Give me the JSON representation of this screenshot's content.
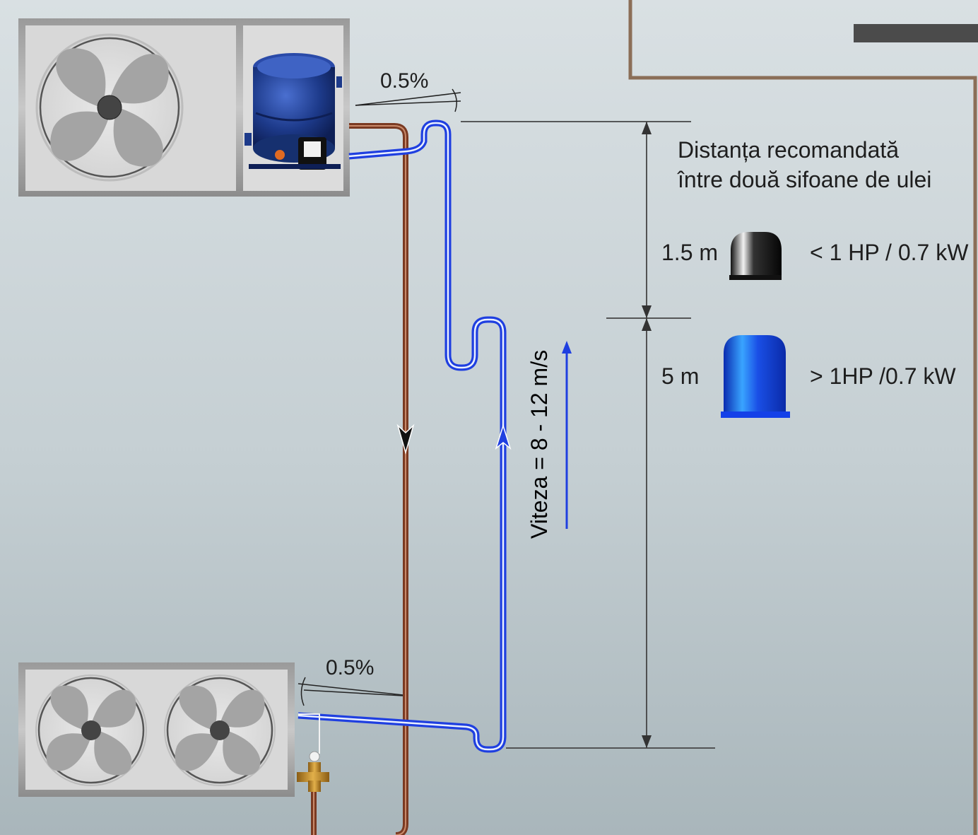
{
  "diagram": {
    "top_slope": "0.5%",
    "bottom_slope": "0.5%",
    "distance_title_line1": "Distanța recomandată",
    "distance_title_line2": "între două sifoane de ulei",
    "small_distance": "1.5 m",
    "small_capacity": "< 1 HP / 0.7 kW",
    "large_distance": "5 m",
    "large_capacity": "> 1HP /0.7 kW",
    "velocity": "Viteza = 8 - 12 m/s"
  },
  "colors": {
    "suction_line": "#1f3fe0",
    "discharge_line": "#7a3a22",
    "wall": "#8b6e57",
    "small_trap": "#111111",
    "large_trap": "#1440e8",
    "compressor": "#1d3a8a"
  },
  "icons": [
    "fan-icon",
    "compressor-icon",
    "expansion-valve-icon",
    "oil-trap-icon",
    "flow-arrow-icon"
  ]
}
